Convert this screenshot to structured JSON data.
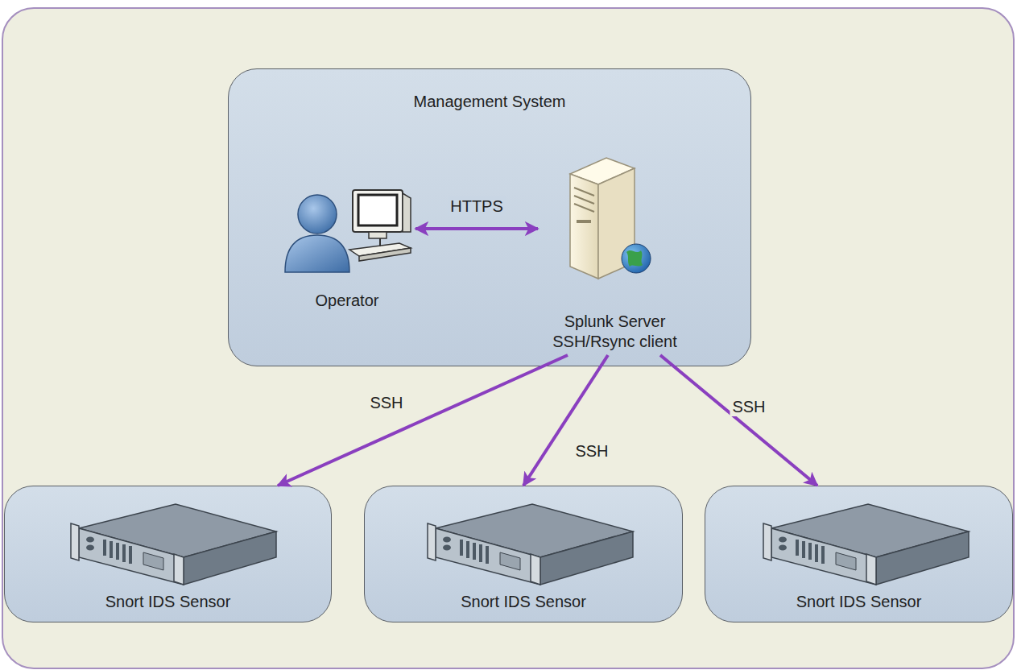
{
  "diagram": {
    "nodes": [
      {
        "text": [
          "Management System"
        ]
      },
      {
        "text": [
          "Operator"
        ],
        "in": 0
      },
      {
        "text": [
          "Splunk Server SSH/Rsync client"
        ],
        "in": 0
      },
      {
        "text": [
          "Snort IDS Sensor"
        ]
      },
      {
        "text": [
          "Snort IDS Sensor"
        ]
      },
      {
        "text": [
          "Snort IDS Sensor"
        ]
      }
    ],
    "edges": [
      {
        "from": 1,
        "to": 2,
        "arrow": "both",
        "label": "HTTPS"
      },
      {
        "from": 2,
        "to": 3,
        "arrow": "to",
        "label": "SSH"
      },
      {
        "from": 2,
        "to": 4,
        "arrow": "to",
        "label": "SSH"
      },
      {
        "from": 2,
        "to": 5,
        "arrow": "to",
        "label": "SSH"
      }
    ]
  }
}
